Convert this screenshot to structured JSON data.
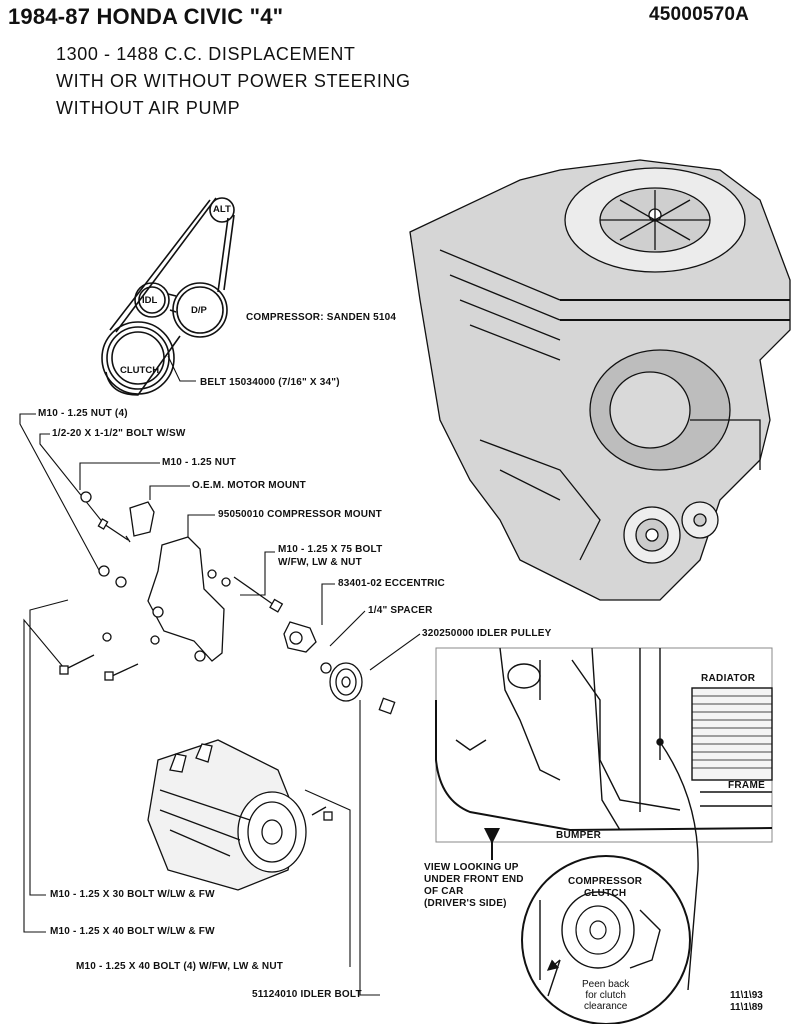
{
  "header": {
    "title": "1984-87 HONDA CIVIC \"4\"",
    "part_no": "45000570A",
    "lines": [
      "1300 - 1488 C.C. DISPLACEMENT",
      "WITH OR WITHOUT POWER STEERING",
      "WITHOUT AIR PUMP"
    ]
  },
  "belt_diagram": {
    "pulleys": [
      "ALT",
      "IDL",
      "D/P",
      "CLUTCH"
    ],
    "belt": "BELT 15034000 (7/16\" X 34\")"
  },
  "compressor_label": "COMPRESSOR:  SANDEN 5104",
  "parts": [
    "M10 - 1.25 NUT (4)",
    "1/2-20 X 1-1/2\" BOLT W/SW",
    "M10 - 1.25 NUT",
    "O.E.M. MOTOR MOUNT",
    "95050010 COMPRESSOR MOUNT",
    "M10 - 1.25 X 75  BOLT",
    "W/FW, LW & NUT",
    "83401-02 ECCENTRIC",
    "1/4\" SPACER",
    "320250000 IDLER PULLEY",
    "M10 - 1.25  X 30  BOLT W/LW & FW",
    "M10 - 1.25 X 40 BOLT W/LW & FW",
    "M10 - 1.25 X 40 BOLT (4)  W/FW, LW & NUT",
    "51124010 IDLER BOLT"
  ],
  "view": {
    "radiator": "RADIATOR",
    "frame": "FRAME",
    "bumper": "BUMPER",
    "caption": [
      "VIEW LOOKING UP",
      "UNDER FRONT END",
      "OF CAR",
      "(DRIVER'S SIDE)"
    ],
    "clutch": [
      "COMPRESSOR",
      "CLUTCH"
    ],
    "note": [
      "Peen back",
      "for clutch",
      "clearance"
    ]
  },
  "dates": [
    "11\\1\\93",
    "11\\1\\89"
  ]
}
